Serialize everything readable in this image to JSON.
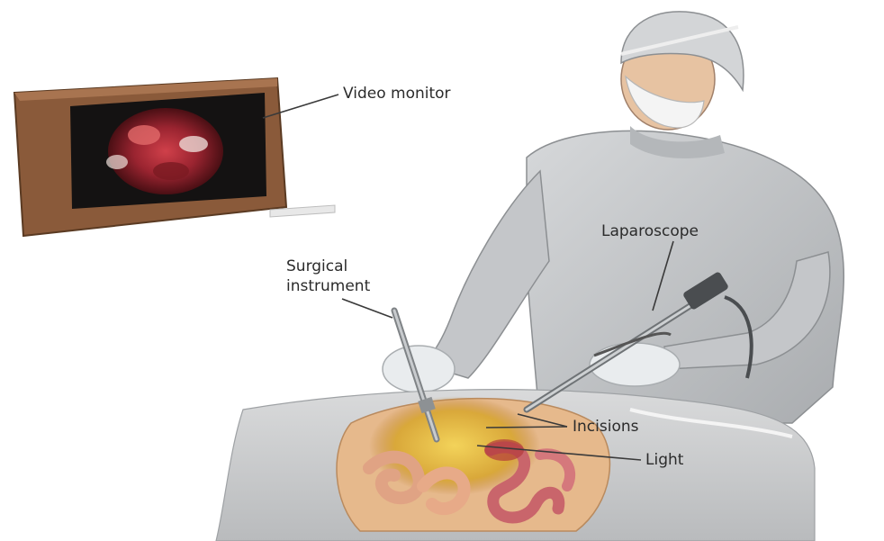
{
  "labels": {
    "video_monitor": "Video monitor",
    "laparoscope": "Laparoscope",
    "surgical_line1": "Surgical",
    "surgical_line2": "instrument",
    "incisions": "Incisions",
    "light": "Light"
  },
  "colors": {
    "monitor_frame": "#8a5a3a",
    "gown": "#c9cbcd",
    "skin": "#e6b98c",
    "tissue": "#b33a3a",
    "label_text": "#2b2b2b"
  }
}
